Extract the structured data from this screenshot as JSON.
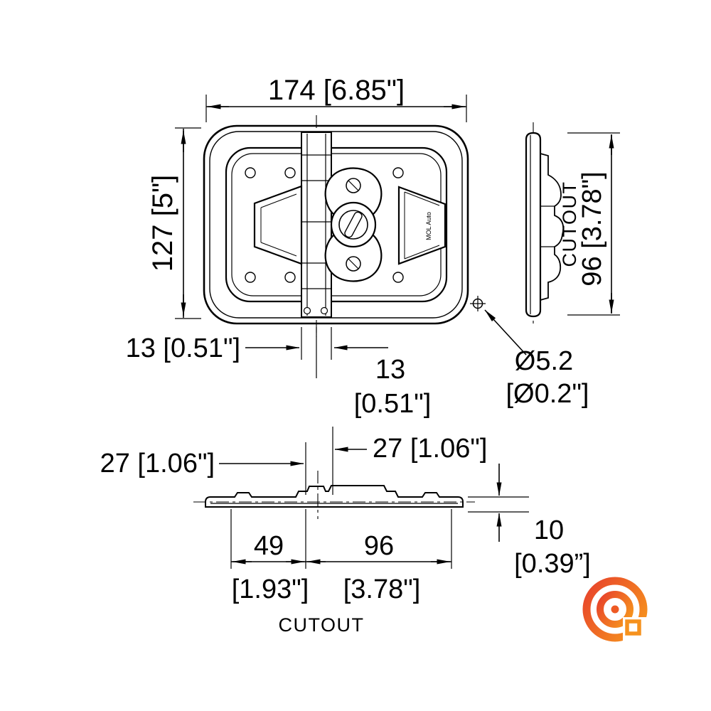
{
  "front_view": {
    "dim_width": "174 [6.85\"]",
    "dim_height": "127 [5\"]",
    "dim_offset_left": "13 [0.51\"]",
    "dim_offset_center_value": "13",
    "dim_offset_center_unit": "[0.51\"]",
    "brand_text": "MOL Auto"
  },
  "side_view": {
    "cutout_label": "CUTOUT",
    "dim_cutout": "96 [3.78\"]"
  },
  "hole_callout": {
    "diameter_mm": "Ø5.2",
    "diameter_in": "[Ø0.2\"]"
  },
  "bottom_view": {
    "dim_offset_left": "27 [1.06\"]",
    "dim_offset_right": "27 [1.06\"]",
    "thickness_mm": "10",
    "thickness_in": "[0.39”]",
    "dim_49_mm": "49",
    "dim_96_mm": "96",
    "dim_49_in": "[1.93\"]",
    "dim_96_in": "[3.78\"]",
    "cutout_label": "CUTOUT"
  },
  "logo": {
    "primary_color": "#e8452b",
    "secondary_color": "#f6921e"
  }
}
